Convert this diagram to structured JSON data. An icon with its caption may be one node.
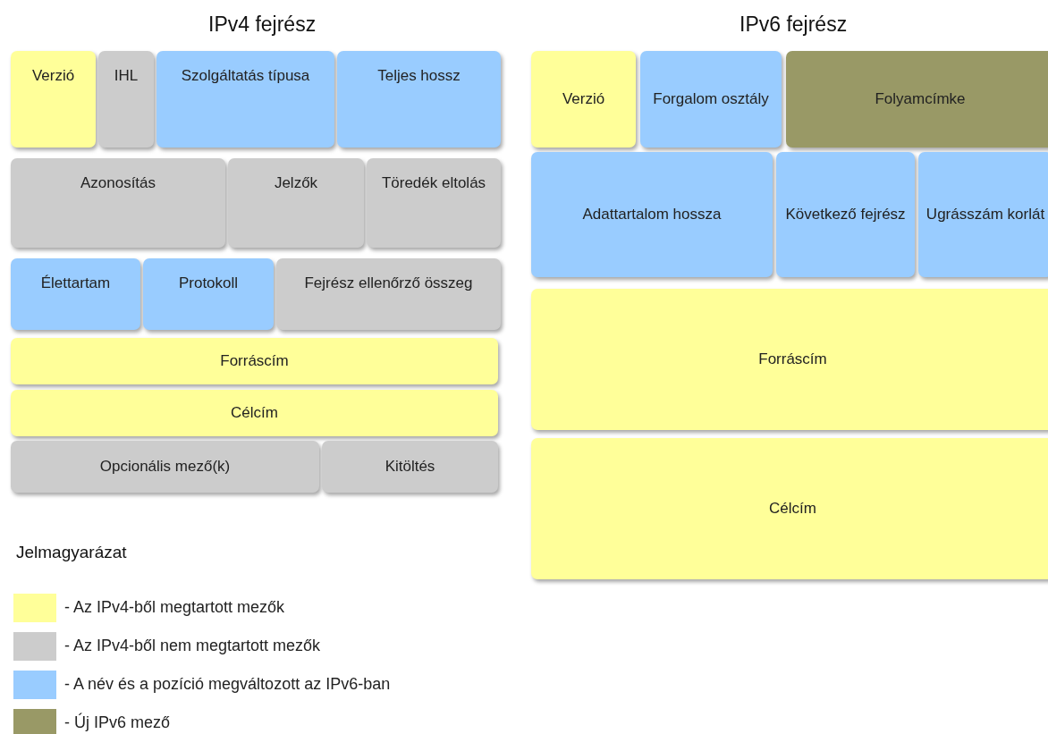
{
  "diagram": {
    "nodes": [
      {
        "text": [
          "Verzió"
        ]
      },
      {
        "text": [
          "IHL"
        ]
      },
      {
        "text": [
          "Szolgáltatás típusa"
        ]
      },
      {
        "text": [
          "Teljes hossz"
        ]
      },
      {
        "text": [
          "Azonosítás"
        ]
      },
      {
        "text": [
          "Jelzők"
        ]
      },
      {
        "text": [
          "Töredék eltolás"
        ]
      },
      {
        "text": [
          "Élettartam"
        ]
      },
      {
        "text": [
          "Protokoll"
        ]
      },
      {
        "text": [
          "Fejrész ellenőrző összeg"
        ]
      },
      {
        "text": [
          "Forráscím"
        ]
      },
      {
        "text": [
          "Célcím"
        ]
      },
      {
        "text": [
          "Opcionális mező(k)"
        ]
      },
      {
        "text": [
          "Kitöltés"
        ]
      },
      {
        "text": [
          "Verzió"
        ]
      },
      {
        "text": [
          "Forgalom osztály"
        ]
      },
      {
        "text": [
          "Folyamcímke"
        ]
      },
      {
        "text": [
          "Adattartalom hossza"
        ]
      },
      {
        "text": [
          "Következő fejrész"
        ]
      },
      {
        "text": [
          "Ugrásszám korlát"
        ]
      },
      {
        "text": [
          "Forráscím"
        ]
      },
      {
        "text": [
          "Célcím"
        ]
      }
    ],
    "edges": [],
    "labels": [
      "IPv4 fejrész",
      "IPv6 fejrész",
      "Jelmagyarázat"
    ],
    "legend": [
      {
        "text": "- Az IPv4-ből megtartott mezők",
        "color": "#ffff99"
      },
      {
        "text": "- Az IPv4-ből nem megtartott mezők",
        "color": "#cccccc"
      },
      {
        "text": "- A név és a pozíció megváltozott az IPv6-ban",
        "color": "#99ccff"
      },
      {
        "text": "- Új IPv6 mező",
        "color": "#999966"
      }
    ]
  }
}
